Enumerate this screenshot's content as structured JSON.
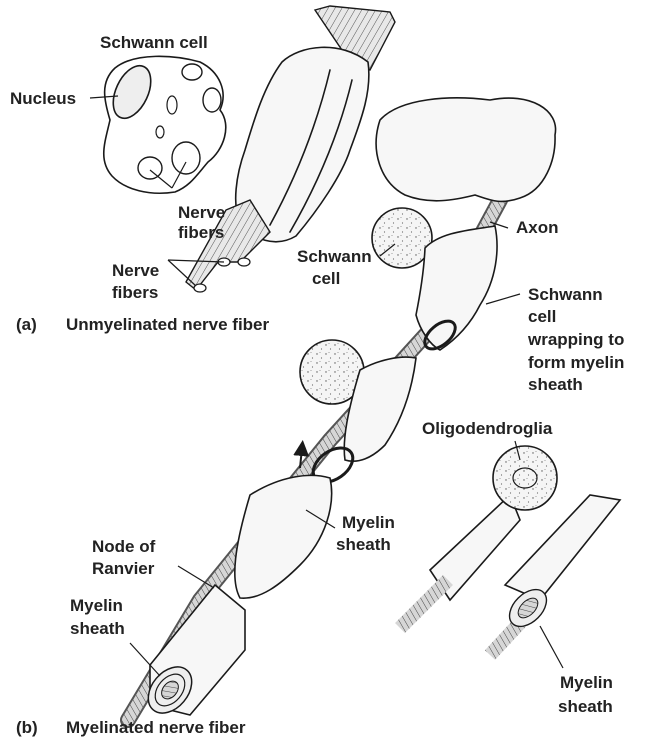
{
  "panel_a": {
    "caption_letter": "(a)",
    "caption_text": "Unmyelinated nerve fiber",
    "labels": {
      "schwann_cell_top": "Schwann cell",
      "nucleus": "Nucleus",
      "nerve_fibers_inset_1": "Nerve",
      "nerve_fibers_inset_2": "fibers",
      "nerve_fibers_1": "Nerve",
      "nerve_fibers_2": "fibers"
    }
  },
  "panel_b": {
    "caption_letter": "(b)",
    "caption_text": "Myelinated nerve fiber",
    "labels": {
      "axon": "Axon",
      "schwann_cell_1": "Schwann",
      "schwann_cell_2": "cell",
      "wrapping_1": "Schwann",
      "wrapping_2": "cell",
      "wrapping_3": "wrapping to",
      "wrapping_4": "form myelin",
      "wrapping_5": "sheath",
      "oligodendroglia": "Oligodendroglia",
      "myelin_mid_1": "Myelin",
      "myelin_mid_2": "sheath",
      "node_1": "Node of",
      "node_2": "Ranvier",
      "myelin_left_1": "Myelin",
      "myelin_left_2": "sheath",
      "myelin_right_1": "Myelin",
      "myelin_right_2": "sheath"
    }
  }
}
